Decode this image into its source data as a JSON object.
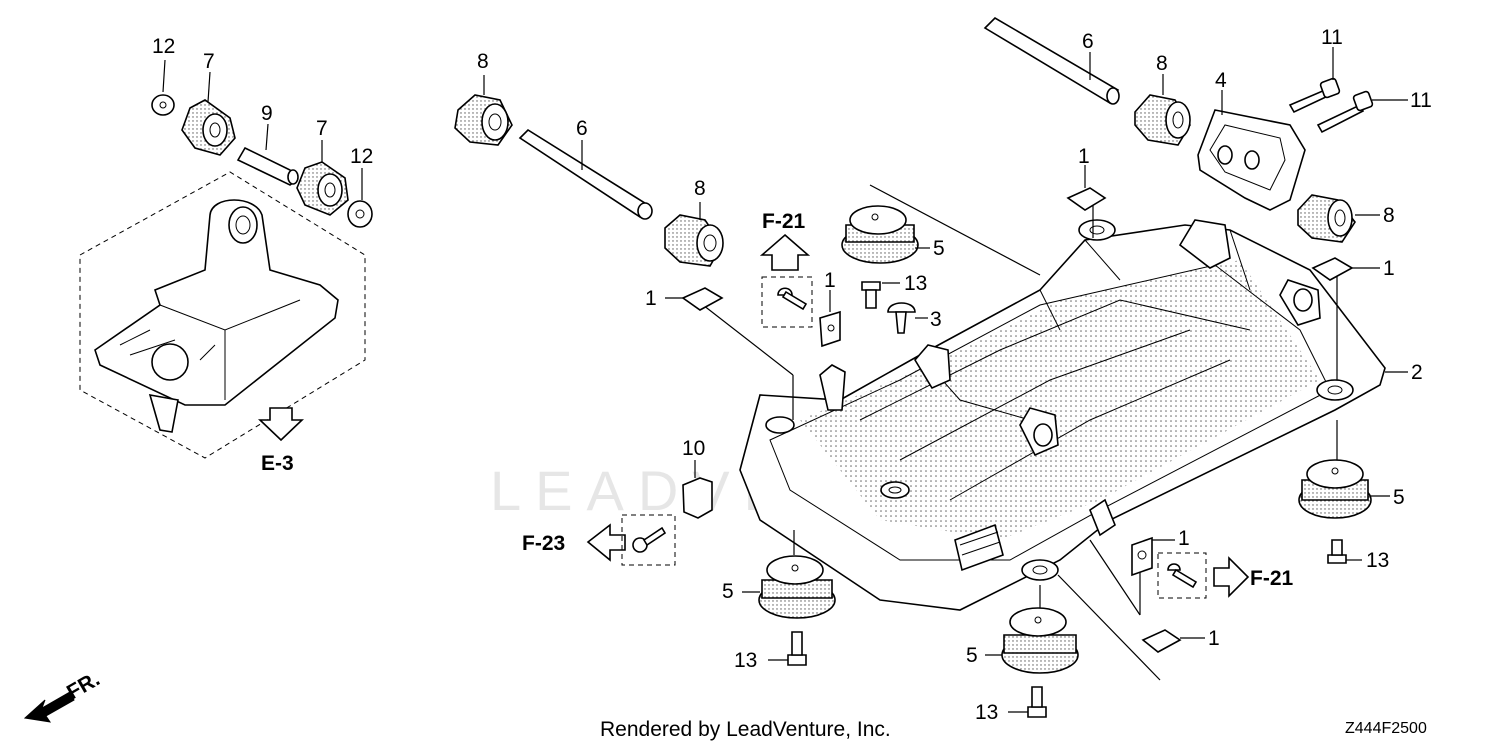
{
  "watermark": "LEADVENTURE",
  "footer": {
    "rendered_by": "Rendered by LeadVenture, Inc.",
    "diagram_code": "Z444F2500"
  },
  "references": {
    "e3": "E-3",
    "f21_top": "F-21",
    "f21_right": "F-21",
    "f23": "F-23",
    "front": "FR."
  },
  "callouts": {
    "c12a": "12",
    "c7a": "7",
    "c9": "9",
    "c7b": "7",
    "c12b": "12",
    "c8a": "8",
    "c6a": "6",
    "c8b": "8",
    "c6b": "6",
    "c8c": "8",
    "c4": "4",
    "c11a": "11",
    "c11b": "11",
    "c8d": "8",
    "c1a": "1",
    "c1b": "1",
    "c1c": "1",
    "c1d": "1",
    "c1e": "1",
    "c1f": "1",
    "c5a": "5",
    "c5b": "5",
    "c5c": "5",
    "c5d": "5",
    "c13a": "13",
    "c13b": "13",
    "c13c": "13",
    "c13d": "13",
    "c3": "3",
    "c2": "2",
    "c10": "10"
  }
}
